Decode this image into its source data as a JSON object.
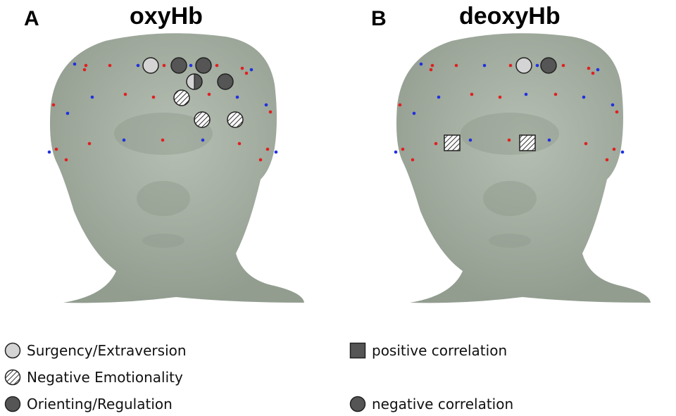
{
  "panels": [
    {
      "letter": "A",
      "title": "oxyHb"
    },
    {
      "letter": "B",
      "title": "deoxyHb"
    }
  ],
  "legend": {
    "categories": [
      {
        "label": "Surgency/Extraversion",
        "style": "light-gray"
      },
      {
        "label": "Negative Emotionality",
        "style": "hatched"
      },
      {
        "label": "Orienting/Regulation",
        "style": "dark-gray"
      }
    ],
    "correlations": [
      {
        "label": "positive correlation",
        "shape": "square"
      },
      {
        "label": "negative correlation",
        "shape": "circle"
      }
    ]
  },
  "colors": {
    "head": "#a9b3a6",
    "light_gray": "#d4d4d4",
    "dark_gray": "#555555",
    "optode_red": "#e02020",
    "optode_blue": "#2030e0"
  }
}
